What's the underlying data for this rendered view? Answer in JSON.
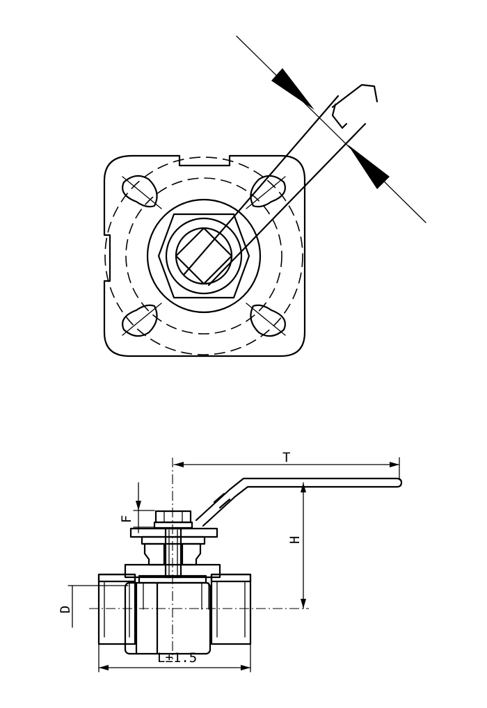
{
  "top_view": {},
  "side_view": {
    "labels": {
      "T": "T",
      "H": "H",
      "F": "F",
      "D": "D",
      "L": "L±1.5"
    }
  }
}
